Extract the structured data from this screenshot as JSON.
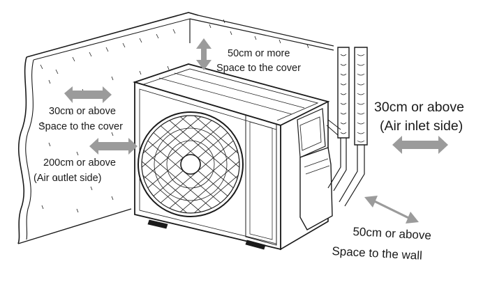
{
  "diagram": {
    "colors": {
      "line": "#1a1a1a",
      "arrow": "#9b9b9b",
      "background": "#ffffff"
    },
    "labels": {
      "top_distance": "50cm or more",
      "top_target": "Space to the cover",
      "left_distance": "30cm  or above",
      "left_target": "Space to the cover",
      "front_distance": "200cm or above",
      "front_target": "(Air outlet side)",
      "right_distance": "30cm or above",
      "right_target": "(Air inlet side)",
      "rear_distance": "50cm or above",
      "rear_target": "Space to the wall"
    }
  }
}
